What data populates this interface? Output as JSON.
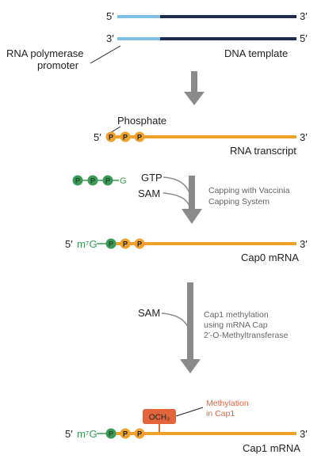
{
  "colors": {
    "light_blue": "#7ec0e6",
    "navy": "#1f2c4d",
    "orange": "#f0a12a",
    "green": "#3a9a56",
    "red": "#e4643c",
    "arrow_gray": "#8a8a8a"
  },
  "icons": [
    "phosphate-circle",
    "guanosine-circle",
    "methyl-box",
    "down-arrow"
  ],
  "dna": {
    "top_5": "5′",
    "top_3": "3′",
    "bottom_3": "3′",
    "bottom_5": "5′",
    "promoter_label_line1": "RNA polymerase",
    "promoter_label_line2": "promoter",
    "template_label": "DNA template"
  },
  "transcript": {
    "five": "5′",
    "three": "3′",
    "phosphate_label": "Phosphate",
    "p": "P",
    "label": "RNA transcript"
  },
  "capping": {
    "g_symbol": "G",
    "gtp": "GTP",
    "sam": "SAM",
    "desc_line1": "Capping with Vaccinia",
    "desc_line2": "Capping System"
  },
  "cap0": {
    "five": "5′",
    "m7g": "m⁷G",
    "three": "3′",
    "label": "Cap0 mRNA"
  },
  "methylation": {
    "sam": "SAM",
    "desc_line1": "Cap1 methylation",
    "desc_line2": "using mRNA Cap",
    "desc_line3": "2′-O-Methyltransferase"
  },
  "cap1": {
    "five": "5′",
    "m7g": "m⁷G",
    "och3": "OCH₃",
    "methyl_label_line1": "Methylation",
    "methyl_label_line2": "in Cap1",
    "three": "3′",
    "label": "Cap1 mRNA"
  }
}
